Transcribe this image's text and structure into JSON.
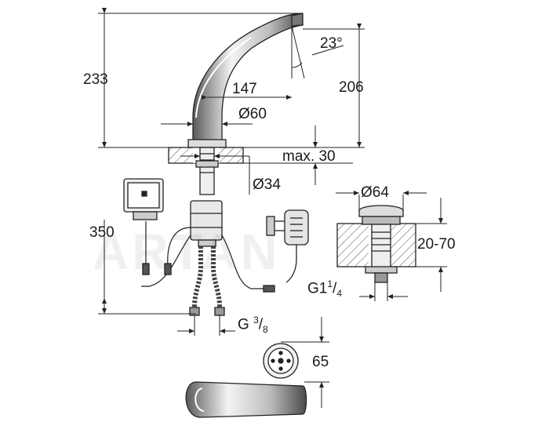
{
  "dimensions": {
    "overall_height": "233",
    "spout_height": "206",
    "spout_angle": "23°",
    "reach": "147",
    "body_diameter": "Ø60",
    "deck_thickness": "max. 30",
    "hole_diameter": "Ø34",
    "hose_length": "350",
    "waste_diameter": "Ø64",
    "basin_thickness": "20-70",
    "waste_thread": {
      "base": "G1",
      "num": "1",
      "den": "4"
    },
    "connection_thread": {
      "base": "G ",
      "num": "3",
      "den": "8"
    },
    "sensor_height": "65"
  },
  "watermark": "ARTAN",
  "colors": {
    "line": "#222222",
    "shade": "#9a9a9a",
    "hatch": "#555555"
  }
}
